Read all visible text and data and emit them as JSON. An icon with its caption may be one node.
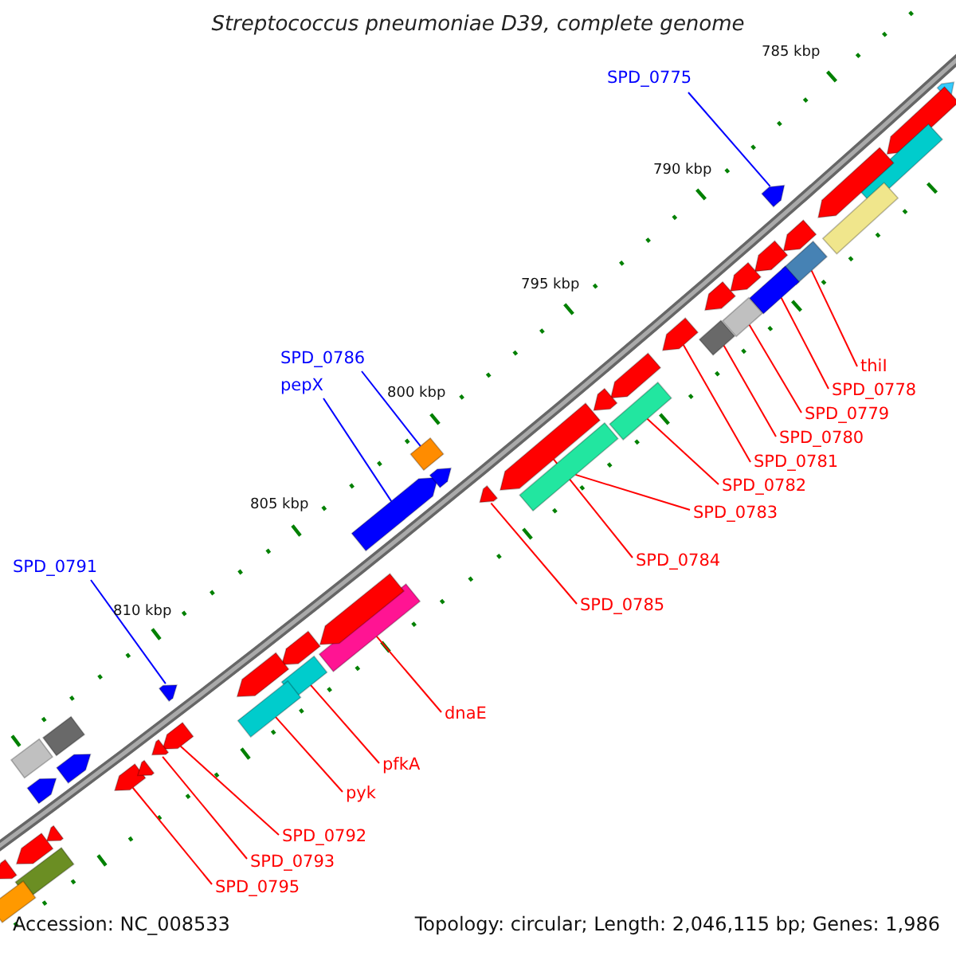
{
  "diagram": {
    "title": "Streptococcus pneumoniae D39, complete genome",
    "nodes": [
      {
        "text": [
          "SPD_0775"
        ]
      },
      {
        "text": [],
        "shape": "arrow"
      },
      {
        "text": [
          "SPD_0786"
        ]
      },
      {
        "text": [],
        "shape": "box"
      },
      {
        "text": [
          "pepX"
        ]
      },
      {
        "text": [],
        "shape": "arrow"
      },
      {
        "text": [
          "thiI"
        ]
      },
      {
        "text": [],
        "shape": "box"
      },
      {
        "text": [
          "SPD_0778"
        ]
      },
      {
        "text": [],
        "shape": "box"
      },
      {
        "text": [
          "SPD_0779"
        ]
      },
      {
        "text": [],
        "shape": "box"
      },
      {
        "text": [
          "SPD_0780"
        ]
      },
      {
        "text": [],
        "shape": "box"
      },
      {
        "text": [
          "SPD_0781"
        ]
      },
      {
        "text": [],
        "shape": "arrow"
      },
      {
        "text": [
          "SPD_0782"
        ]
      },
      {
        "text": [],
        "shape": "box"
      },
      {
        "text": [
          "SPD_0783"
        ]
      },
      {
        "text": [],
        "shape": "box"
      },
      {
        "text": [
          "SPD_0784"
        ]
      },
      {
        "text": [],
        "shape": "arrow"
      },
      {
        "text": [
          "SPD_0785"
        ]
      },
      {
        "text": [],
        "shape": "arrow"
      },
      {
        "text": [
          "SPD_0791"
        ]
      },
      {
        "text": [],
        "shape": "arrow"
      },
      {
        "text": [
          "dnaE"
        ]
      },
      {
        "text": [],
        "shape": "box"
      },
      {
        "text": [
          "pfkA"
        ]
      },
      {
        "text": [],
        "shape": "box"
      },
      {
        "text": [
          "pyk"
        ]
      },
      {
        "text": [],
        "shape": "box"
      },
      {
        "text": [
          "SPD_0792"
        ]
      },
      {
        "text": [],
        "shape": "arrow"
      },
      {
        "text": [
          "SPD_0793"
        ]
      },
      {
        "text": [],
        "shape": "arrow"
      },
      {
        "text": [
          "SPD_0795"
        ]
      },
      {
        "text": [],
        "shape": "arrow"
      },
      {
        "text": [],
        "shape": "arrow"
      },
      {
        "text": [],
        "shape": "arrow"
      },
      {
        "text": [],
        "shape": "box"
      },
      {
        "text": [],
        "shape": "arrow"
      },
      {
        "text": [],
        "shape": "box"
      },
      {
        "text": [],
        "shape": "arrow"
      },
      {
        "text": [],
        "shape": "arrow"
      },
      {
        "text": [],
        "shape": "arrow"
      },
      {
        "text": [],
        "shape": "arrow"
      },
      {
        "text": [],
        "shape": "arrow"
      },
      {
        "text": [],
        "shape": "arrow"
      },
      {
        "text": [],
        "shape": "arrow"
      },
      {
        "text": [],
        "shape": "arrow"
      },
      {
        "text": [],
        "shape": "arrow"
      },
      {
        "text": [],
        "shape": "arrow"
      },
      {
        "text": [],
        "shape": "box"
      },
      {
        "text": [],
        "shape": "box"
      },
      {
        "text": [],
        "shape": "arrow"
      },
      {
        "text": [],
        "shape": "arrow"
      },
      {
        "text": [],
        "shape": "arrow"
      },
      {
        "text": [],
        "shape": "arrow"
      },
      {
        "text": [],
        "shape": "arrow"
      },
      {
        "text": [],
        "shape": "arrow"
      },
      {
        "text": [],
        "shape": "box"
      },
      {
        "text": [],
        "shape": "box"
      }
    ],
    "edges": [
      {
        "from": 0,
        "to": 1,
        "arrow": "none",
        "color": "#0000ff"
      },
      {
        "from": 2,
        "to": 3,
        "arrow": "none",
        "color": "#0000ff"
      },
      {
        "from": 4,
        "to": 5,
        "arrow": "none",
        "color": "#0000ff"
      },
      {
        "from": 6,
        "to": 7,
        "arrow": "none"
      },
      {
        "from": 8,
        "to": 9,
        "arrow": "none"
      },
      {
        "from": 10,
        "to": 11,
        "arrow": "none"
      },
      {
        "from": 12,
        "to": 13,
        "arrow": "none"
      },
      {
        "from": 14,
        "to": 15,
        "arrow": "none"
      },
      {
        "from": 16,
        "to": 17,
        "arrow": "none"
      },
      {
        "from": 18,
        "to": 19,
        "arrow": "none"
      },
      {
        "from": 20,
        "to": 21,
        "arrow": "none"
      },
      {
        "from": 22,
        "to": 23,
        "arrow": "none"
      },
      {
        "from": 24,
        "to": 25,
        "arrow": "none",
        "color": "#0000ff"
      },
      {
        "from": 26,
        "to": 27,
        "arrow": "none"
      },
      {
        "from": 28,
        "to": 29,
        "arrow": "none"
      },
      {
        "from": 30,
        "to": 31,
        "arrow": "none"
      },
      {
        "from": 32,
        "to": 33,
        "arrow": "none"
      },
      {
        "from": 34,
        "to": 35,
        "arrow": "none"
      },
      {
        "from": 36,
        "to": 37,
        "arrow": "none"
      }
    ],
    "labels": [
      "785 kbp",
      "790 kbp",
      "795 kbp",
      "800 kbp",
      "805 kbp",
      "810 kbp",
      "Accession: NC_008533",
      "Topology: circular; Length: 2,046,115 bp; Genes: 1,986"
    ]
  }
}
